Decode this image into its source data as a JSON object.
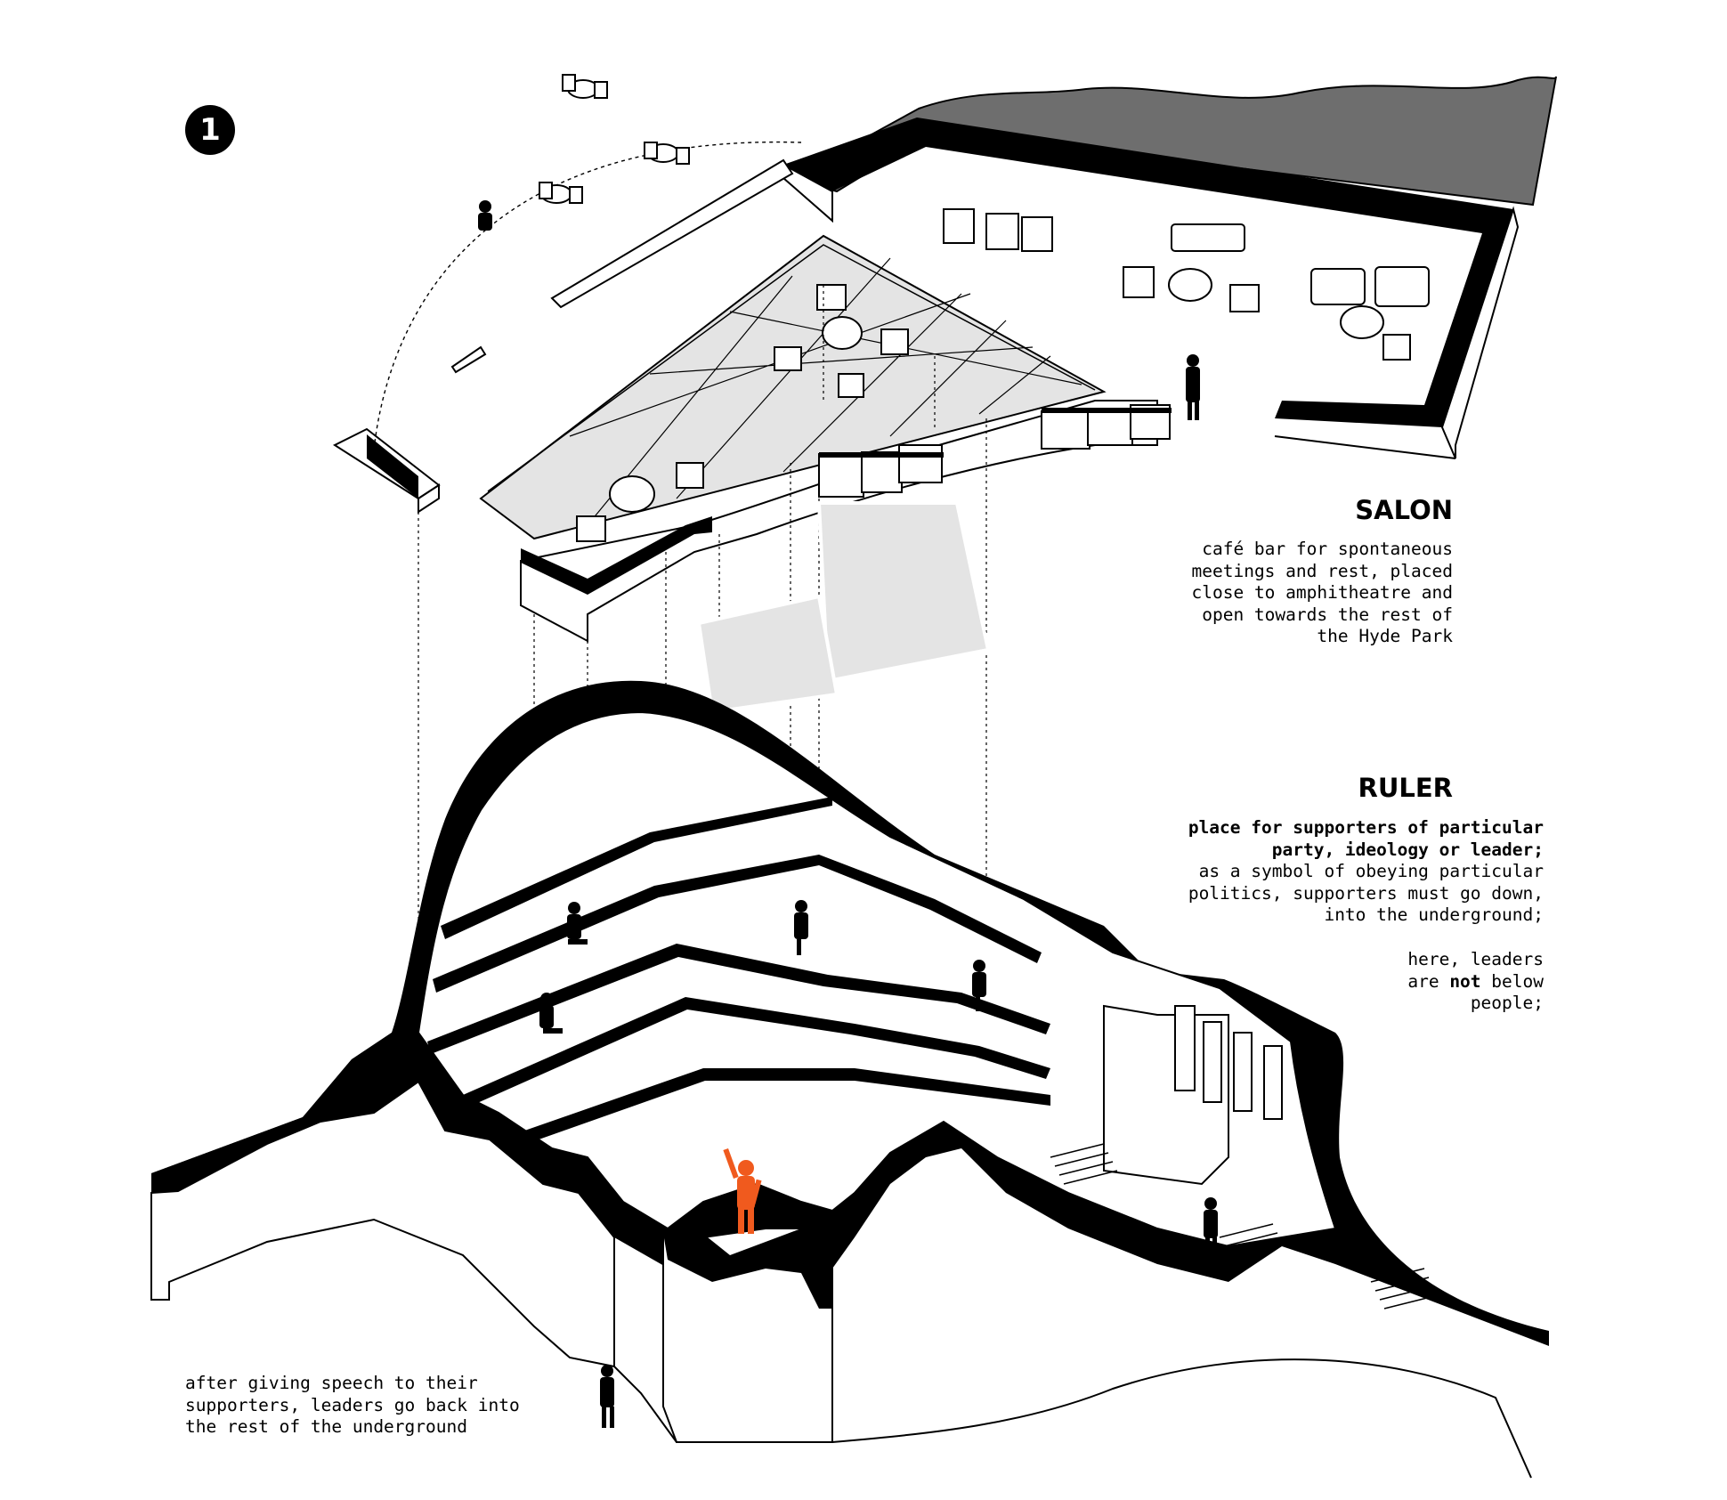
{
  "marker": {
    "label": "1"
  },
  "salon": {
    "title": "SALON",
    "description": "café bar for spontaneous\nmeetings and rest, placed\nclose to amphitheatre and\nopen towards the rest of\nthe Hyde Park"
  },
  "ruler": {
    "title": "RULER",
    "description_bold": "place for supporters of particular\nparty, ideology or leader;",
    "description": "as a symbol of obeying particular\npolitics, supporters must go down,\ninto the underground;",
    "note_before": "here, leaders\nare ",
    "note_bold": "not",
    "note_after": " below\npeople;"
  },
  "leaders_note": "after giving speech to their\nsupporters, leaders go back into\nthe rest of the underground",
  "colors": {
    "leader_figure": "#f05a1e",
    "terrain_dark": "#6e6e6e",
    "glass": "#e4e4e4"
  }
}
